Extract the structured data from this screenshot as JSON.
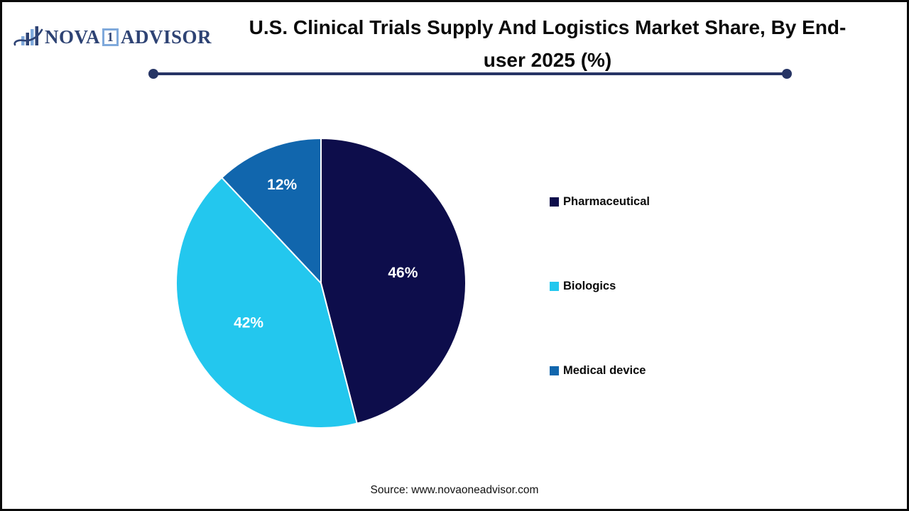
{
  "logo": {
    "name": "Nova One Advisor logo",
    "text_part1": "NOVA",
    "text_boxed": "1",
    "text_part2": "ADVISOR",
    "navy": "#2E4374",
    "light_blue": "#7FA9DB"
  },
  "header": {
    "title_line1": "U.S. Clinical Trials Supply And Logistics Market Share, By End-",
    "title_line2": "user 2025 (%)",
    "rule_color": "#273565"
  },
  "chart_data": {
    "type": "pie",
    "title": "U.S. Clinical Trials Supply And Logistics Market Share, By End-user 2025 (%)",
    "unit": "%",
    "start_angle_deg": 0,
    "direction": "clockwise",
    "slice_border_color": "#ffffff",
    "label_color": "#ffffff",
    "legend_position": "right",
    "slices": [
      {
        "label": "Pharmaceutical",
        "value": 46,
        "display": "46%",
        "color": "#0D0D4B"
      },
      {
        "label": "Biologics",
        "value": 42,
        "display": "42%",
        "color": "#23C7EE"
      },
      {
        "label": "Medical device",
        "value": 12,
        "display": "12%",
        "color": "#1166AD"
      }
    ]
  },
  "footer": {
    "source_text": "Source: www.novaoneadvisor.com"
  }
}
